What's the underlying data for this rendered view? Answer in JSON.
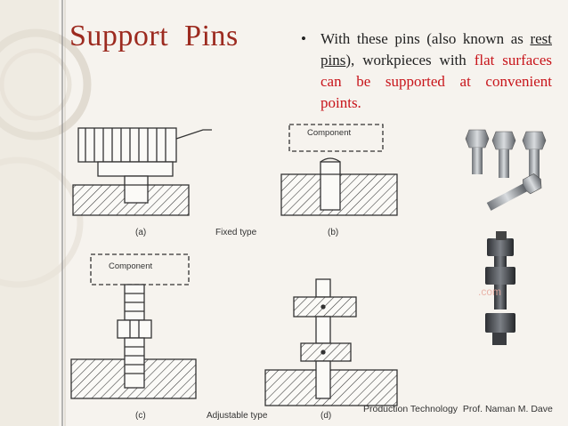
{
  "slide": {
    "title": "Support  Pins",
    "bullet": {
      "symbol": "•",
      "text_before": "With these pins (also known as ",
      "underlined": "rest pins",
      "text_middle": "), workpieces with ",
      "highlighted": "flat surfaces can be supported at convenient points.",
      "highlight_color": "#c8141a"
    },
    "footer": "Production Technology  Prof. Naman M. Dave",
    "title_color": "#9c2a1f"
  },
  "figure": {
    "label_component_top": "Component",
    "label_component_left": "Component",
    "label_a": "(a)",
    "label_b": "(b)",
    "label_c": "(c)",
    "label_d": "(d)",
    "caption_fixed": "Fixed type",
    "caption_adjustable": "Adjustable type",
    "watermark": ".com"
  }
}
